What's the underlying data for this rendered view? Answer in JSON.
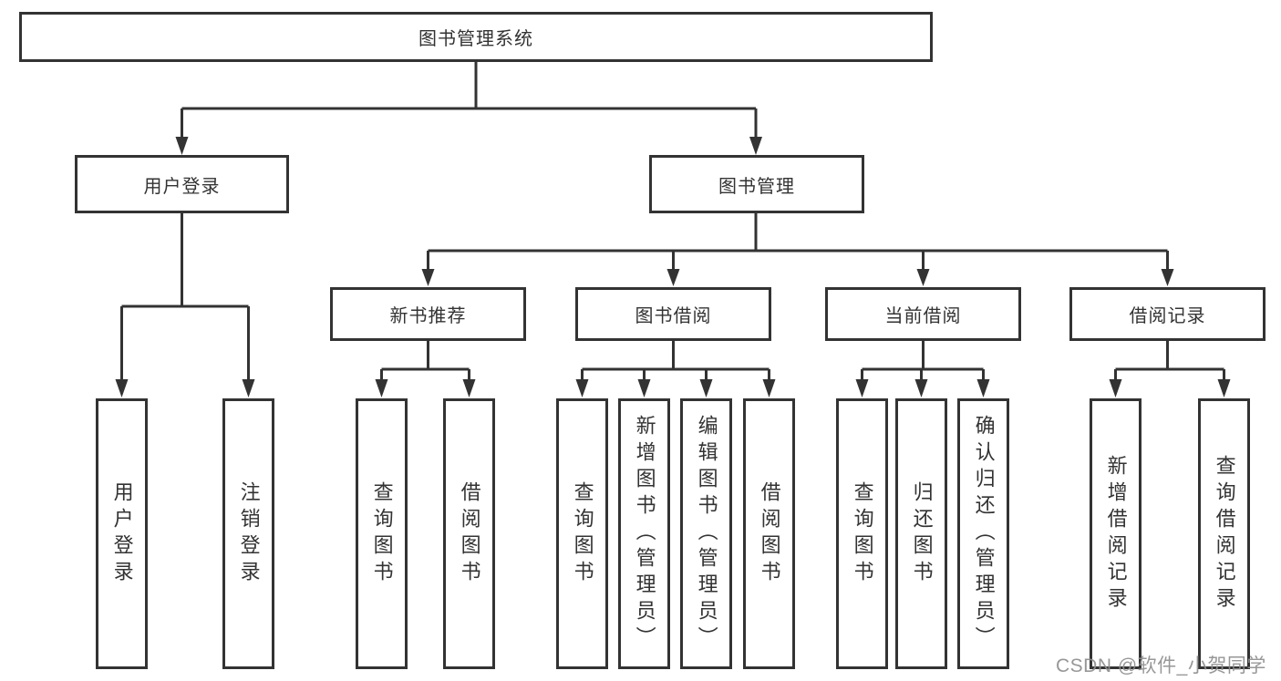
{
  "tree": {
    "label": "图书管理系统",
    "children": [
      {
        "label": "用户登录",
        "children": [
          {
            "label": "用户登录"
          },
          {
            "label": "注销登录"
          }
        ]
      },
      {
        "label": "图书管理",
        "children": [
          {
            "label": "新书推荐",
            "children": [
              {
                "label": "查询图书"
              },
              {
                "label": "借阅图书"
              }
            ]
          },
          {
            "label": "图书借阅",
            "children": [
              {
                "label": "查询图书"
              },
              {
                "label": "新增图书（管理员）"
              },
              {
                "label": "编辑图书（管理员）"
              },
              {
                "label": "借阅图书"
              }
            ]
          },
          {
            "label": "当前借阅",
            "children": [
              {
                "label": "查询图书"
              },
              {
                "label": "归还图书"
              },
              {
                "label": "确认归还（管理员）"
              }
            ]
          },
          {
            "label": "借阅记录",
            "children": [
              {
                "label": "新增借阅记录"
              },
              {
                "label": "查询借阅记录"
              }
            ]
          }
        ]
      }
    ]
  },
  "watermark": {
    "text": "CSDN @软件_小贺同学"
  },
  "colors": {
    "line": "#333333",
    "box_border": "#333333",
    "text": "#333333",
    "watermark": "#8f8f8f",
    "background": "#ffffff"
  }
}
